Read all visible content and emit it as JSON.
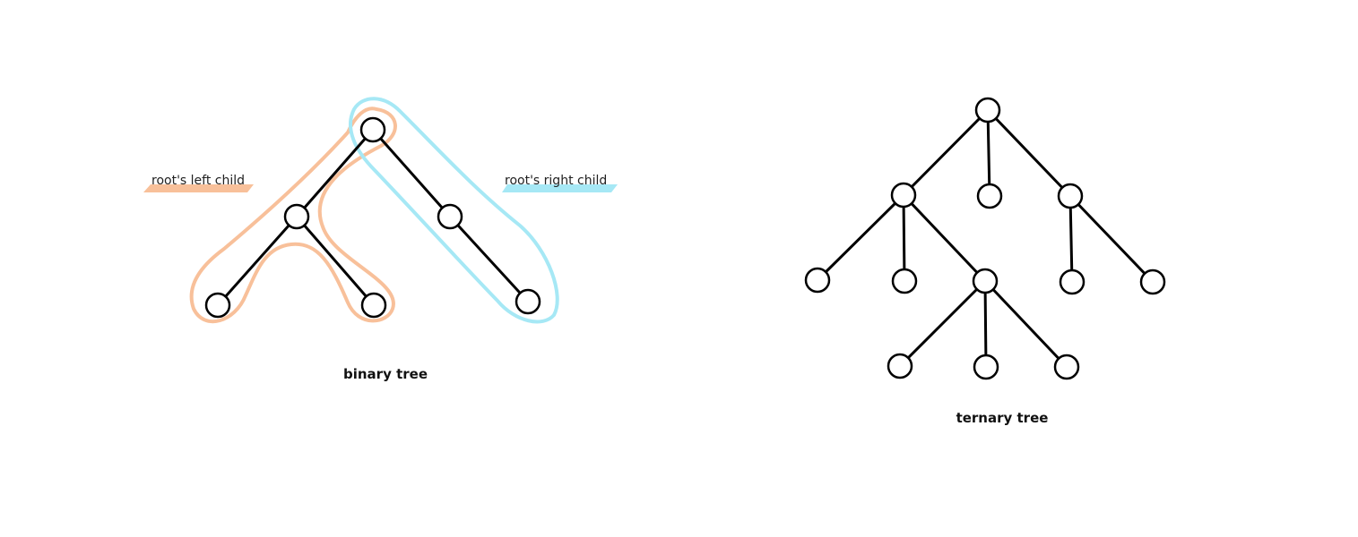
{
  "binary_tree": {
    "caption": "binary tree",
    "left_note": "root's left child",
    "right_note": "root's right child",
    "left_color": "#f8c09a",
    "right_color": "#a6e8f5"
  },
  "ternary_tree": {
    "caption": "ternary tree"
  }
}
